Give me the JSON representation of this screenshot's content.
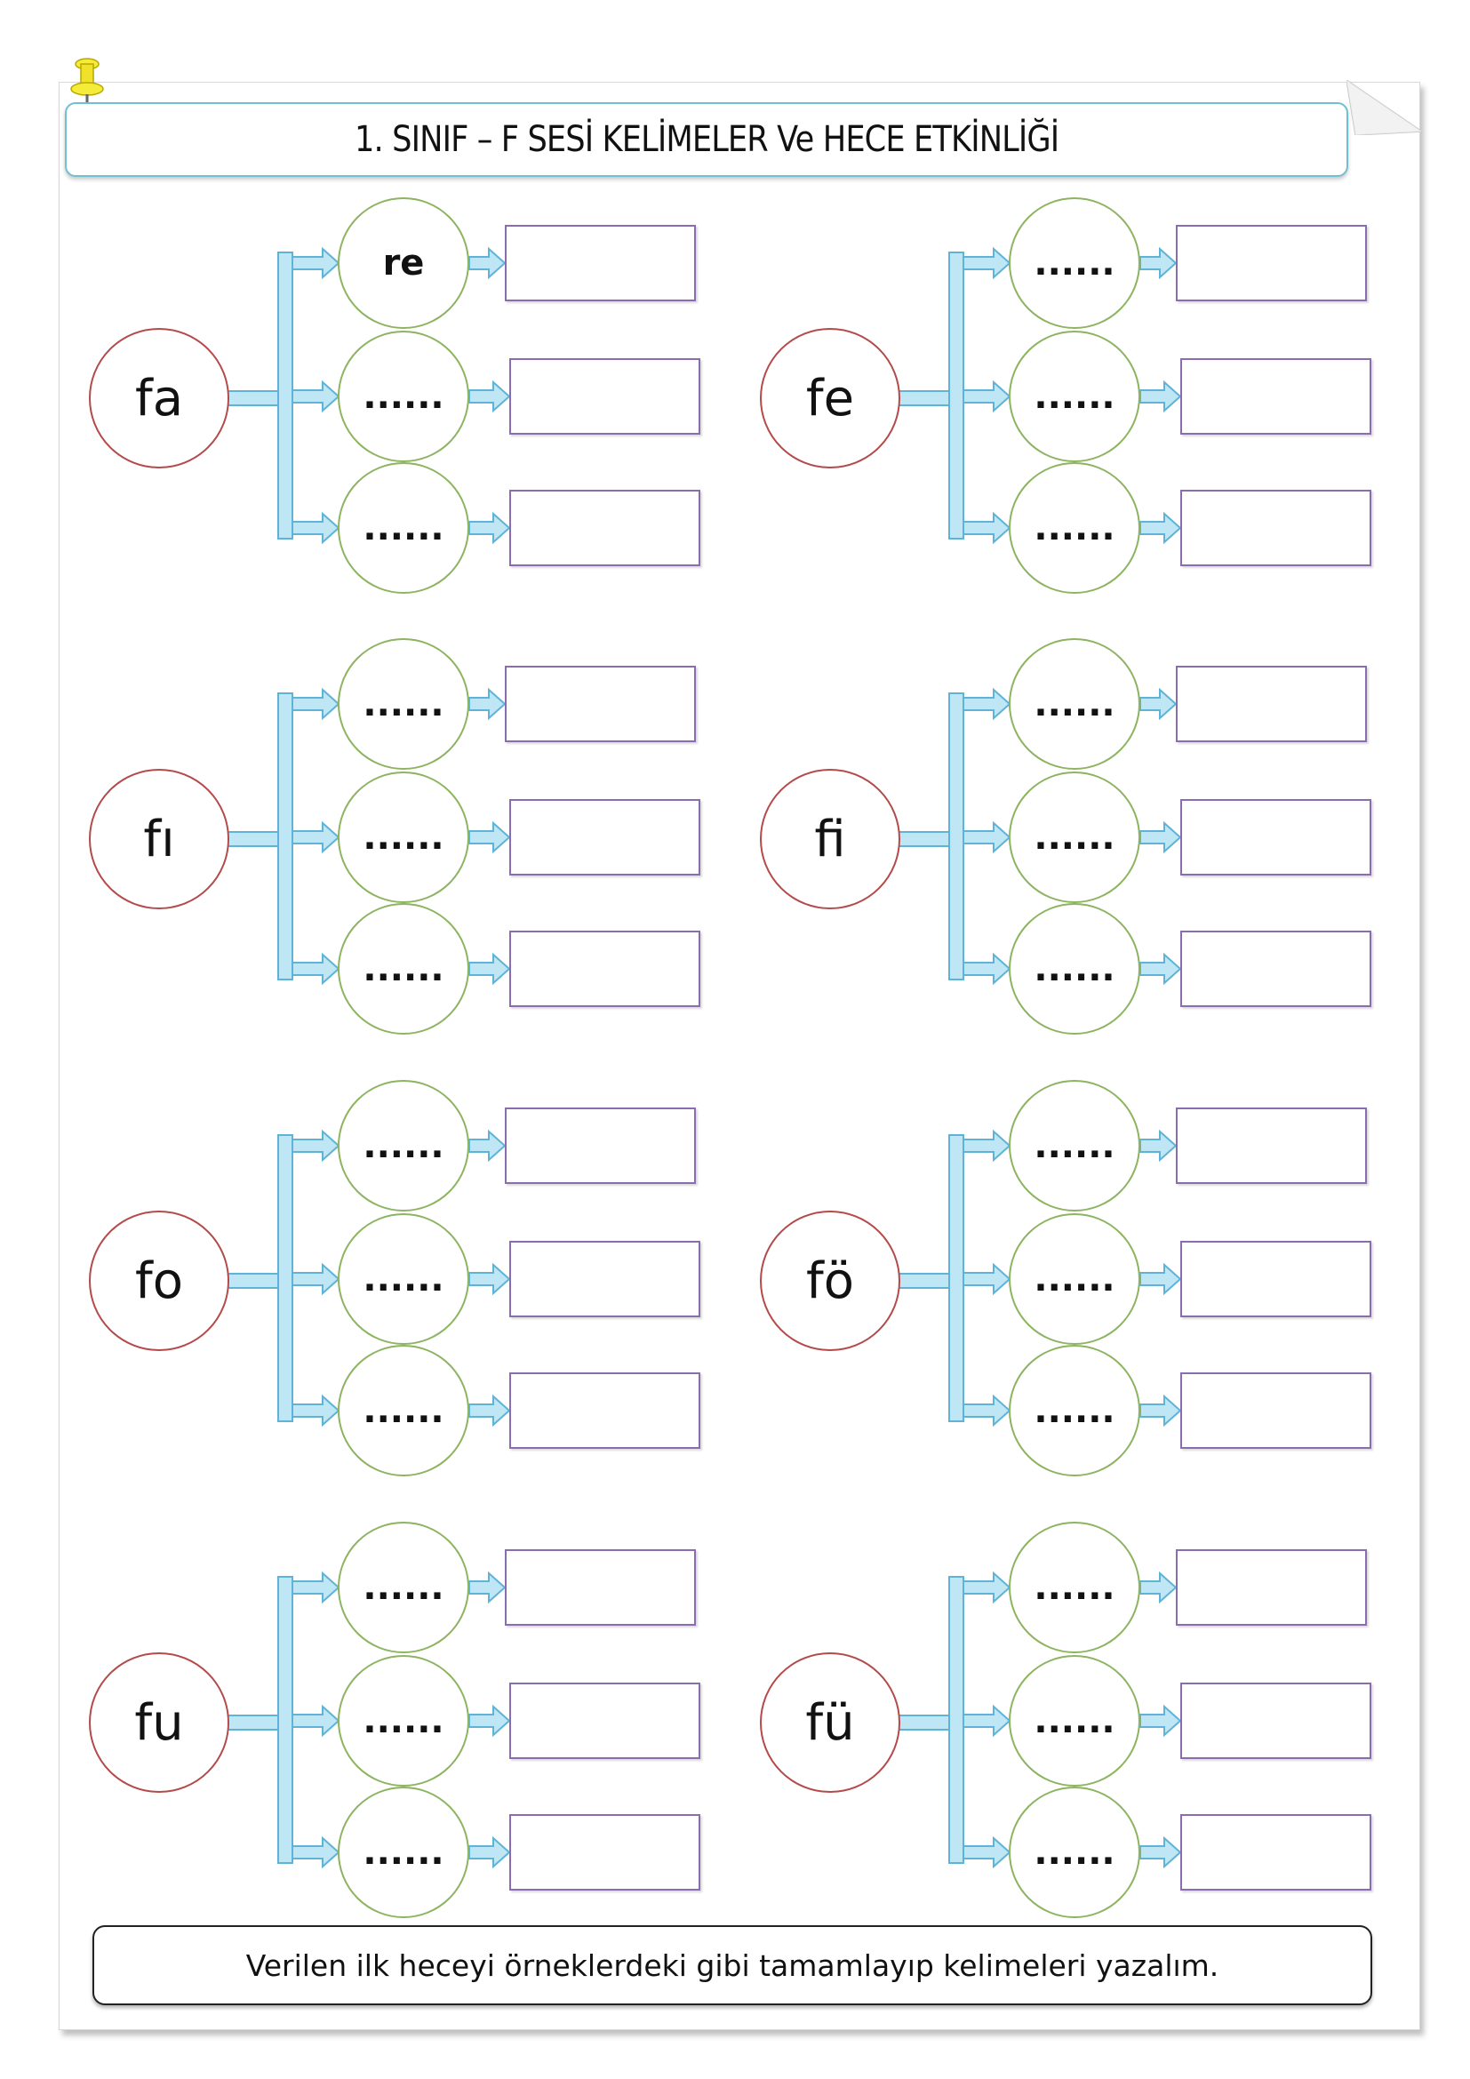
{
  "title": "1. SINIF – F SESİ KELİMELER Ve HECE ETKİNLİĞİ",
  "groups": [
    {
      "syllable": "fa",
      "options": [
        "re",
        "......",
        "......"
      ]
    },
    {
      "syllable": "fe",
      "options": [
        "......",
        "......",
        "......"
      ]
    },
    {
      "syllable": "fı",
      "options": [
        "......",
        "......",
        "......"
      ]
    },
    {
      "syllable": "fi",
      "options": [
        "......",
        "......",
        "......"
      ]
    },
    {
      "syllable": "fo",
      "options": [
        "......",
        "......",
        "......"
      ]
    },
    {
      "syllable": "fö",
      "options": [
        "......",
        "......",
        "......"
      ]
    },
    {
      "syllable": "fu",
      "options": [
        "......",
        "......",
        "......"
      ]
    },
    {
      "syllable": "fü",
      "options": [
        "......",
        "......",
        "......"
      ]
    }
  ],
  "instruction": "Verilen ilk heceyi örneklerdeki gibi tamamlayıp kelimeleri yazalım.",
  "colors": {
    "syllable_circle_border": "#b44a4a",
    "option_circle_border": "#8db460",
    "answer_box_border": "#8a6db0",
    "arrow_fill": "#bfe6f5",
    "arrow_stroke": "#5fb3d6",
    "title_border": "#6fc1cf"
  },
  "icons": {
    "pin": "pushpin-icon",
    "fold": "page-fold-icon"
  }
}
